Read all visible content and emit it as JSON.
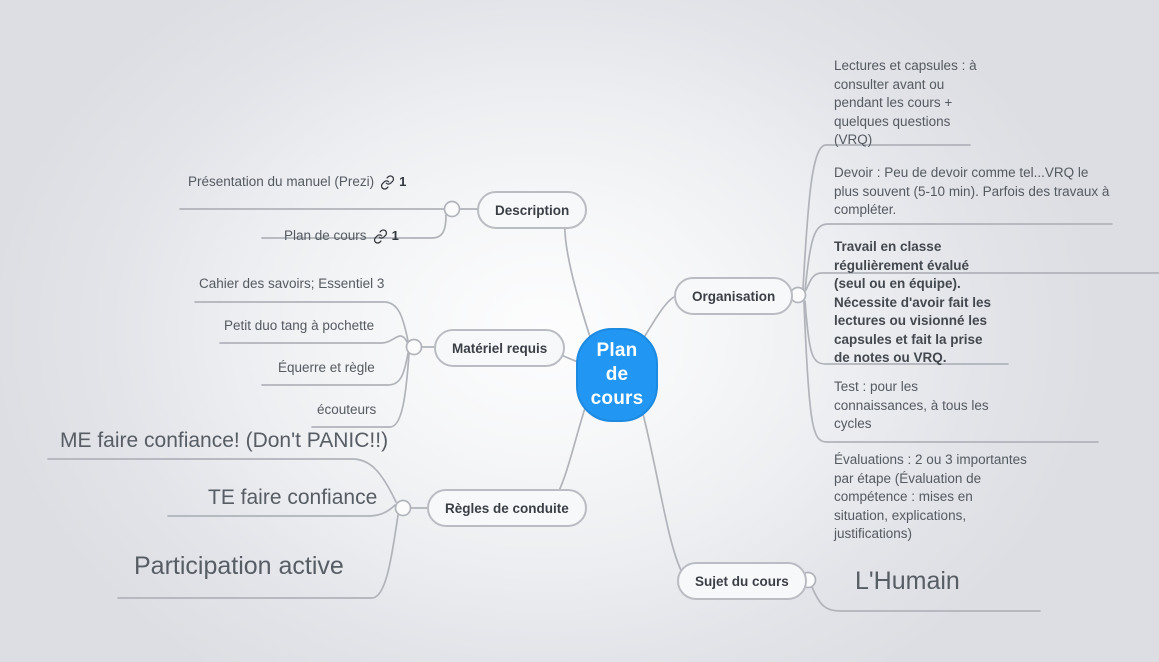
{
  "map": {
    "title": "Plan de cours",
    "background_color": "#dcdee3",
    "center_color": "#2196f3",
    "center_text_color": "#ffffff",
    "line_color": "#b0b4ba",
    "text_color": "#545a61"
  },
  "center": {
    "label": "Plan de cours",
    "line1": "Plan",
    "line2": "de",
    "line3": "cours"
  },
  "branches": [
    {
      "id": "description",
      "label": "Description",
      "side": "left",
      "children": [
        {
          "text": "Présentation du manuel (Prezi)",
          "link_icon": "link-icon",
          "link_count": "1"
        },
        {
          "text": "Plan de cours",
          "link_icon": "link-icon",
          "link_count": "1"
        }
      ]
    },
    {
      "id": "materiel-requis",
      "label": "Matériel requis",
      "side": "left",
      "children": [
        {
          "text": "Cahier des savoirs; Essentiel 3"
        },
        {
          "text": "Petit duo tang à pochette"
        },
        {
          "text": "Équerre et règle"
        },
        {
          "text": "écouteurs"
        }
      ]
    },
    {
      "id": "regles-de-conduite",
      "label": "Règles de conduite",
      "side": "left",
      "children": [
        {
          "text": "ME faire confiance! (Don't PANIC!!)"
        },
        {
          "text": "TE faire confiance"
        },
        {
          "text": "Participation active"
        }
      ]
    },
    {
      "id": "organisation",
      "label": "Organisation",
      "side": "right",
      "children": [
        {
          "text": "Lectures et capsules : à consulter avant ou pendant les cours + quelques questions (VRQ)"
        },
        {
          "text": "Devoir : Peu de devoir comme tel...VRQ le plus souvent (5-10 min). Parfois des travaux à compléter."
        },
        {
          "text": "Travail en classe régulièrement évalué (seul ou en équipe). Nécessite d'avoir fait les lectures ou visionné les capsules et fait la prise de notes ou VRQ.",
          "bold": true
        },
        {
          "text": "Test : pour les connaissances, à tous les cycles"
        },
        {
          "text": "Évaluations : 2 ou 3 importantes par étape (Évaluation de compétence : mises en situation, explications, justifications)"
        }
      ]
    },
    {
      "id": "sujet-du-cours",
      "label": "Sujet du cours",
      "side": "right",
      "children": [
        {
          "text": "L'Humain"
        }
      ]
    }
  ]
}
